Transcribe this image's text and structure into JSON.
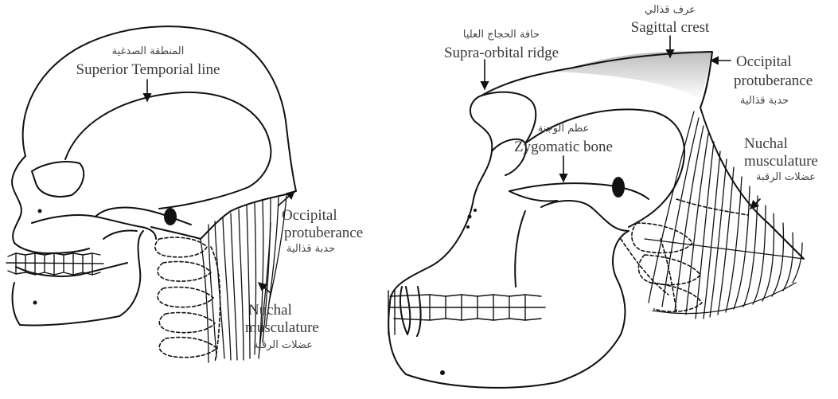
{
  "human_skull": {
    "temporal_line": {
      "ar": "المنطقة الصدغية",
      "en": "Superior Temporial line"
    },
    "occipital": {
      "en_1": "Occipital",
      "en_2": "protuberance",
      "ar": "حدبة قذالية"
    },
    "nuchal": {
      "en_1": "Nuchal",
      "en_2": "musculature",
      "ar": "عضلات الرقبة"
    }
  },
  "gorilla_skull": {
    "supra_orbital": {
      "ar": "حافة الحجاج العليا",
      "en": "Supra-orbital ridge"
    },
    "sagittal": {
      "ar": "عرف قذالي",
      "en": "Sagittal crest"
    },
    "occipital": {
      "en_1": "Occipital",
      "en_2": "protuberance",
      "ar": "حدبة قذالية"
    },
    "zygomatic": {
      "ar": "عظم الوجنة",
      "en": "Zygomatic bone"
    },
    "nuchal": {
      "en_1": "Nuchal",
      "en_2": "musculature",
      "ar": "عضلات الرقبة"
    }
  },
  "colors": {
    "ink": "#111111",
    "text": "#3a3a3a",
    "crest_shade": "#c8c8c8"
  }
}
